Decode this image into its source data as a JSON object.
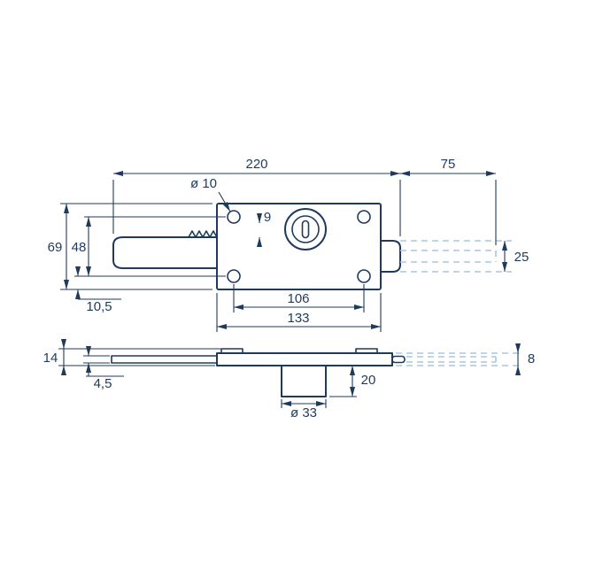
{
  "drawing": {
    "kind": "technical-drawing",
    "subject": "cabinet lock with bolt, two projected views with dimensions"
  },
  "colors": {
    "line": "#1e3a5c",
    "projection": "#a9c7e2",
    "background": "#ffffff"
  },
  "labels": {
    "overall_length": "220",
    "bolt_extension": "75",
    "hole_diameter": "ø 10",
    "hole_offset_small": "9",
    "body_height": "69",
    "hole_spacing_vertical": "48",
    "bolt_height": "25",
    "corner_offset": "10,5",
    "hole_spacing_horizontal": "106",
    "body_width": "133",
    "side_total_height": "14",
    "bolt_thickness": "4,5",
    "cylinder_depth": "20",
    "cylinder_diameter": "ø 33",
    "plate_thickness": "8"
  }
}
